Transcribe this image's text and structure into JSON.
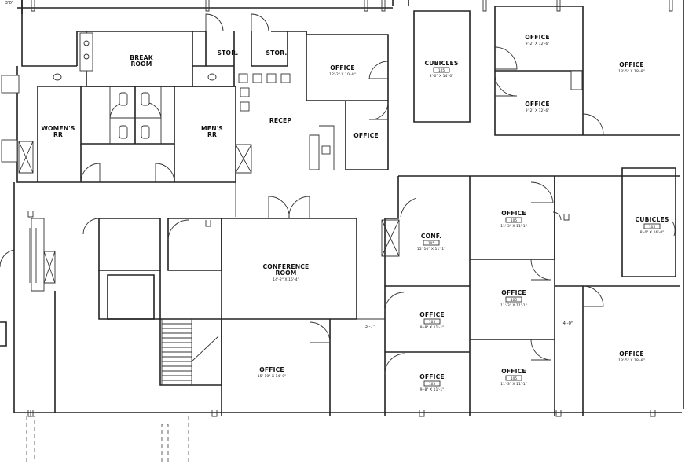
{
  "rooms": [
    {
      "id": "break-room",
      "name": "BREAK",
      "name2": "ROOM",
      "dims": ""
    },
    {
      "id": "stor-1",
      "name": "STOR.",
      "dims": ""
    },
    {
      "id": "stor-2",
      "name": "STOR.",
      "dims": ""
    },
    {
      "id": "office-a",
      "name": "OFFICE",
      "dims": "12'-2\" X 10'-0\""
    },
    {
      "id": "cubicles-top",
      "name": "CUBICLES",
      "tag": "105",
      "dims": "8'-0\" X 14'-0\""
    },
    {
      "id": "office-b",
      "name": "OFFICE",
      "dims": "9'-2\" X 12'-6\""
    },
    {
      "id": "office-c",
      "name": "OFFICE",
      "dims": "13'-5\" X 18'-8\""
    },
    {
      "id": "office-d",
      "name": "OFFICE",
      "dims": "9'-2\" X 12'-6\""
    },
    {
      "id": "womens-rr",
      "name": "WOMEN'S",
      "name2": "RR",
      "dims": ""
    },
    {
      "id": "mens-rr",
      "name": "MEN'S",
      "name2": "RR",
      "dims": ""
    },
    {
      "id": "recep",
      "name": "RECEP",
      "dims": ""
    },
    {
      "id": "office-e",
      "name": "OFFICE",
      "dims": ""
    },
    {
      "id": "office-f",
      "name": "OFFICE",
      "tag": "105",
      "dims": "11'-3\" X 11'-1\""
    },
    {
      "id": "cubicles-right",
      "name": "CUBICLES",
      "tag": "105",
      "dims": "8'-0\" X 16'-0\""
    },
    {
      "id": "conf",
      "name": "CONF.",
      "tag": "105",
      "dims": "15'-10\" X 11'-1\""
    },
    {
      "id": "conference-room",
      "name": "CONFERENCE",
      "name2": "ROOM",
      "dims": "14'-2\" X 15'-4\""
    },
    {
      "id": "office-g",
      "name": "OFFICE",
      "tag": "105",
      "dims": "11'-3\" X 11'-1\""
    },
    {
      "id": "office-h",
      "name": "OFFICE",
      "tag": "105",
      "dims": "9'-8\" X 11'-1\""
    },
    {
      "id": "office-i",
      "name": "OFFICE",
      "dims": "13'-5\" X 18'-8\""
    },
    {
      "id": "office-j",
      "name": "OFFICE",
      "dims": "15'-10\" X 14'-0\""
    },
    {
      "id": "office-k",
      "name": "OFFICE",
      "tag": "105",
      "dims": "9'-8\" X 11'-1\""
    },
    {
      "id": "office-l",
      "name": "OFFICE",
      "tag": "105",
      "dims": "11'-3\" X 11'-1\""
    }
  ],
  "dimension_notes": [
    "3'-7\"",
    "4'-0\"",
    "3'0\""
  ]
}
